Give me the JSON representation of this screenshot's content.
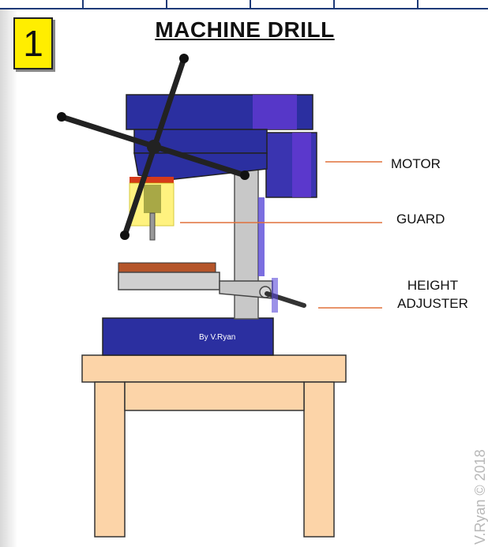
{
  "badge": {
    "number": "1"
  },
  "title": "MACHINE DRILL",
  "labels": {
    "motor": "MOTOR",
    "guard": "GUARD",
    "height_adjuster_line1": "HEIGHT",
    "height_adjuster_line2": "ADJUSTER"
  },
  "base_signature": "By V.Ryan",
  "copyright": "V.Ryan © 2018",
  "colors": {
    "drill_head": "#2b2fa0",
    "table_wood": "#fcd4a8",
    "guard": "#ffee55",
    "column": "#c8c8c8",
    "work_piece": "#b5552a",
    "badge": "#ffee00",
    "leader_line": "#e0703a"
  }
}
